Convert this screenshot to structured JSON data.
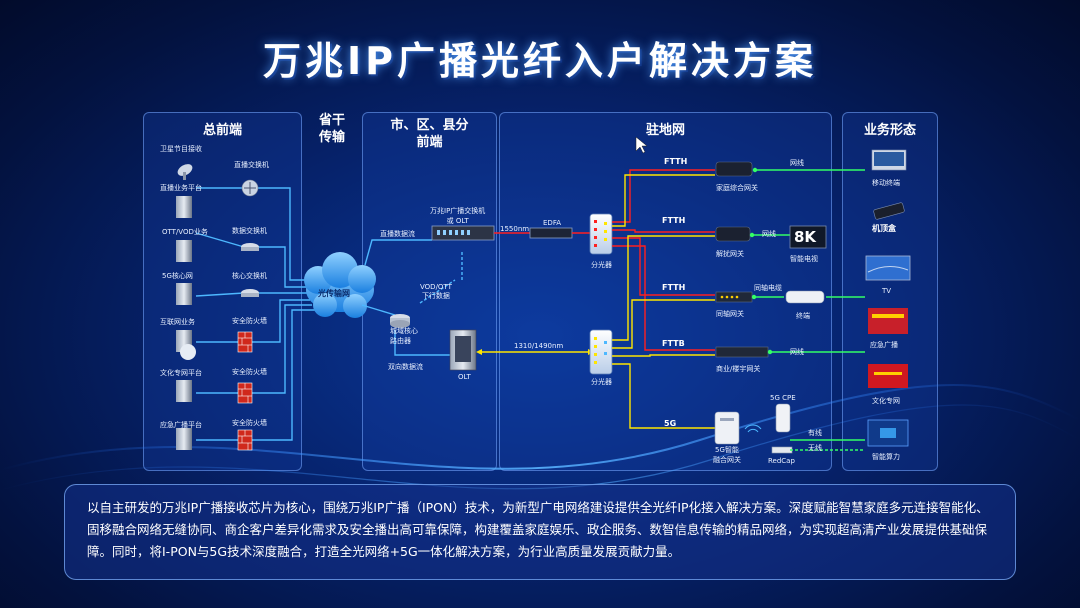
{
  "title": "万兆IP广播光纤入户解决方案",
  "sections": {
    "head_end": "总前端",
    "provincial": "省干\n传输",
    "city": "市、区、县分\n前端",
    "local": "驻地网",
    "services": "业务形态"
  },
  "head_end_items": [
    {
      "label": "卫星节目接收"
    },
    {
      "label": "直播业务平台"
    },
    {
      "label": "OTT/VOD业务"
    },
    {
      "label": "5G核心网"
    },
    {
      "label": "互联网业务"
    },
    {
      "label": "文化专网平台"
    },
    {
      "label": "应急广播平台"
    }
  ],
  "head_end_devices": [
    {
      "label": "直播交换机"
    },
    {
      "label": "数据交换机"
    },
    {
      "label": "核心交换机"
    },
    {
      "label": "安全防火墙"
    },
    {
      "label": "安全防火墙"
    },
    {
      "label": "安全防火墙"
    }
  ],
  "network": {
    "cloud": "光传输网",
    "live_stream": "直播数据流",
    "ip_switch": "万兆IP广播交换机\n或 OLT",
    "fiber_1550": "1550nm",
    "edfa": "EDFA",
    "vod": "VOD/OTT\n下行数据",
    "core_router": "城域核心\n路由器",
    "bidirectional": "双向数据流",
    "olt": "OLT",
    "wave_1310": "1310/1490nm",
    "splitter_top": "分光器",
    "splitter_bottom": "分光器"
  },
  "local_links": [
    {
      "label": "FTTH",
      "device": "家庭综合网关",
      "link": "网线"
    },
    {
      "label": "FTTH",
      "device": "解扰网关",
      "link": "网线"
    },
    {
      "label": "FTTH",
      "device": "同轴网关",
      "link": "同轴电缆"
    },
    {
      "label": "FTTB",
      "device": "商业/楼宇网关",
      "link": "网线"
    },
    {
      "label": "5G",
      "device": "5G智能\n融合网关",
      "link": ""
    }
  ],
  "local_extra": {
    "terminal": "终端",
    "eightk": "8K",
    "eightk_label": "智能电视",
    "cpe": "5G CPE",
    "redcap": "RedCap",
    "wired": "有线",
    "wireless": "无线"
  },
  "services": [
    {
      "label": "移动终端"
    },
    {
      "label": "机顶盒"
    },
    {
      "label": "TV"
    },
    {
      "label": "应急广播"
    },
    {
      "label": "文化专网"
    },
    {
      "label": "智能算力"
    }
  ],
  "description": "以自主研发的万兆IP广播接收芯片为核心，围绕万兆IP广播（IPON）技术，为新型广电网络建设提供全光纤IP化接入解决方案。深度赋能智慧家庭多元连接智能化、固移融合网络无缝协同、商企客户差异化需求及安全播出高可靠保障，构建覆盖家庭娱乐、政企服务、数智信息传输的精品网络，为实现超高清产业发展提供基础保障。同时，将I-PON与5G技术深度融合，打造全光网络+5G一体化解决方案，为行业高质量发展贡献力量。",
  "colors": {
    "accent_yellow": "#ffe600",
    "accent_red": "#ff2020",
    "accent_green": "#33ff66",
    "line_blue": "#4db8ff",
    "firewall": "#d0281c"
  }
}
